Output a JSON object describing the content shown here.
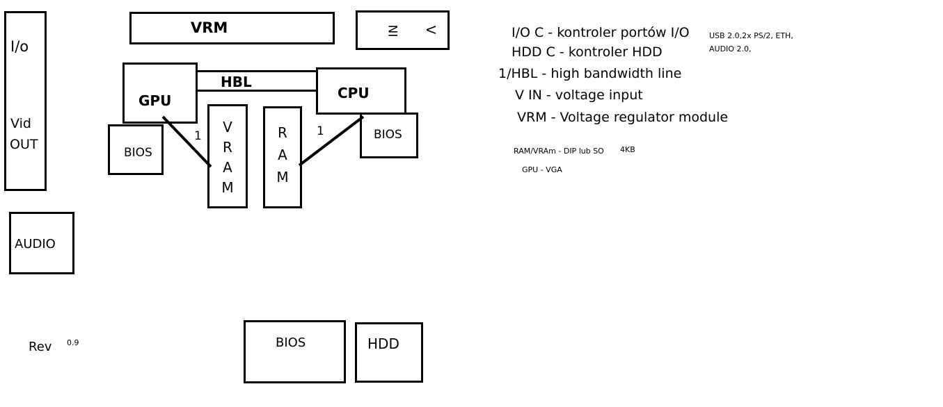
{
  "diagram": {
    "io_block": {
      "line1": "I/o",
      "line2": "Vid",
      "line3": "OUT"
    },
    "audio": "AUDIO",
    "revision": {
      "label": "Rev",
      "value": "0.9"
    },
    "vrm": "VRM",
    "vin": {
      "left": "NI",
      "right": "V"
    },
    "gpu": "GPU",
    "cpu": "CPU",
    "hbl": "HBL",
    "gpu_bios": "BIOS",
    "cpu_bios": "BIOS",
    "vram_letters": [
      "V",
      "R",
      "A",
      "M"
    ],
    "ram_letters": [
      "R",
      "A",
      "M"
    ],
    "gpu_vram_link": "1",
    "ram_cpu_link": "1",
    "main_bios": "BIOS",
    "hdd": "HDD"
  },
  "legend": {
    "io_c": "I/O C - kontroler portów I/O",
    "io_note_1": "USB 2.0,2x PS/2, ETH,",
    "io_note_2": "AUDIO 2.0,",
    "hdd_c": "HDD C - kontroler HDD",
    "hbl": "1/HBL - high bandwidth line",
    "vin": "V IN - voltage input",
    "vrm": "VRM - Voltage regulator module",
    "ram": "RAM/VRAm - DIP lub SO",
    "ram_size": "4KB",
    "gpu": "GPU - VGA"
  }
}
